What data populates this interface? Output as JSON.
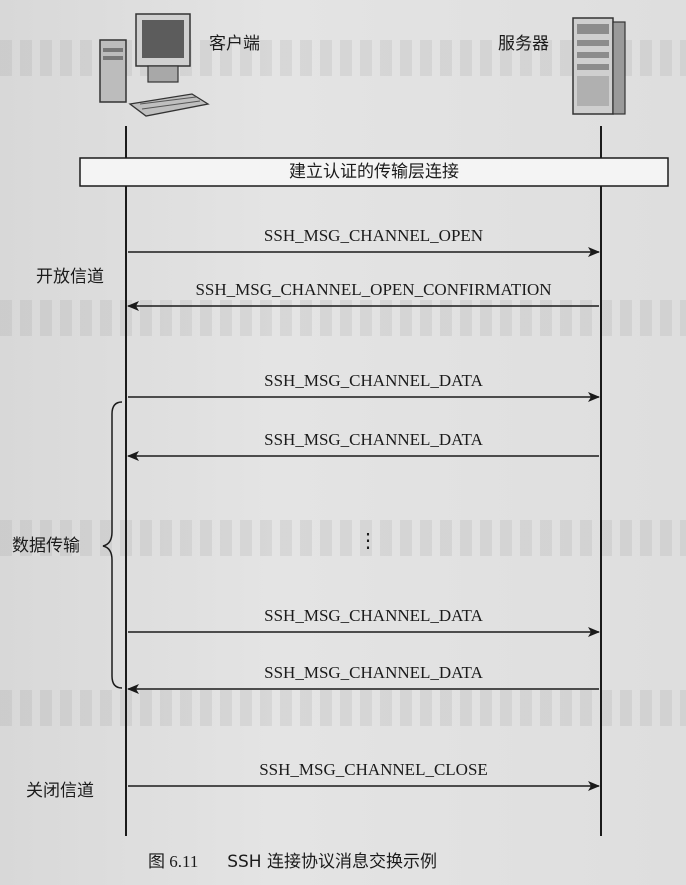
{
  "actors": {
    "client": "客户端",
    "server": "服务器"
  },
  "setup_box": "建立认证的传输层连接",
  "phases": {
    "open": "开放信道",
    "data": "数据传输",
    "close": "关闭信道"
  },
  "messages": [
    {
      "label": "SSH_MSG_CHANNEL_OPEN",
      "direction": "to-server"
    },
    {
      "label": "SSH_MSG_CHANNEL_OPEN_CONFIRMATION",
      "direction": "to-client"
    },
    {
      "label": "SSH_MSG_CHANNEL_DATA",
      "direction": "to-server"
    },
    {
      "label": "SSH_MSG_CHANNEL_DATA",
      "direction": "to-client"
    },
    {
      "label": "SSH_MSG_CHANNEL_DATA",
      "direction": "to-server"
    },
    {
      "label": "SSH_MSG_CHANNEL_DATA",
      "direction": "to-client"
    },
    {
      "label": "SSH_MSG_CHANNEL_CLOSE",
      "direction": "to-server"
    }
  ],
  "ellipsis": "⋮",
  "caption": {
    "number": "图 6.11",
    "text": "SSH 连接协议消息交换示例"
  },
  "colors": {
    "ink": "#1b1b1b",
    "box_fill": "#f4f4f4"
  }
}
